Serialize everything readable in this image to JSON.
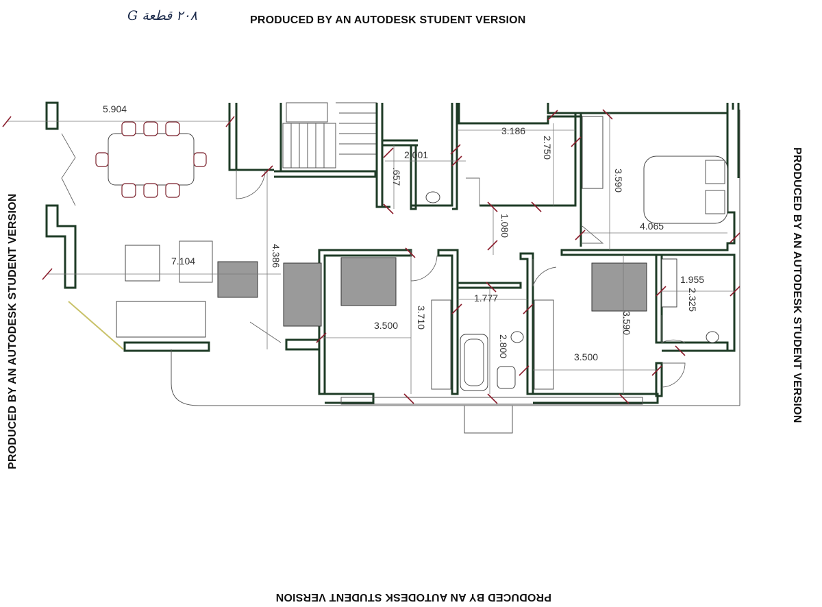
{
  "watermark": "PRODUCED BY AN AUTODESK STUDENT VERSION",
  "handwritten_note": "G ٢٠٨ قطعة",
  "dimensions": [
    "5.904",
    "7.104",
    "4.386",
    "2.001",
    ".657",
    "3.186",
    "2.750",
    "3.590",
    "4.065",
    "1.080",
    "1.777",
    "2.800",
    "3.500",
    "3.710",
    "3.590",
    "1.955",
    "2.325",
    "3.500"
  ]
}
